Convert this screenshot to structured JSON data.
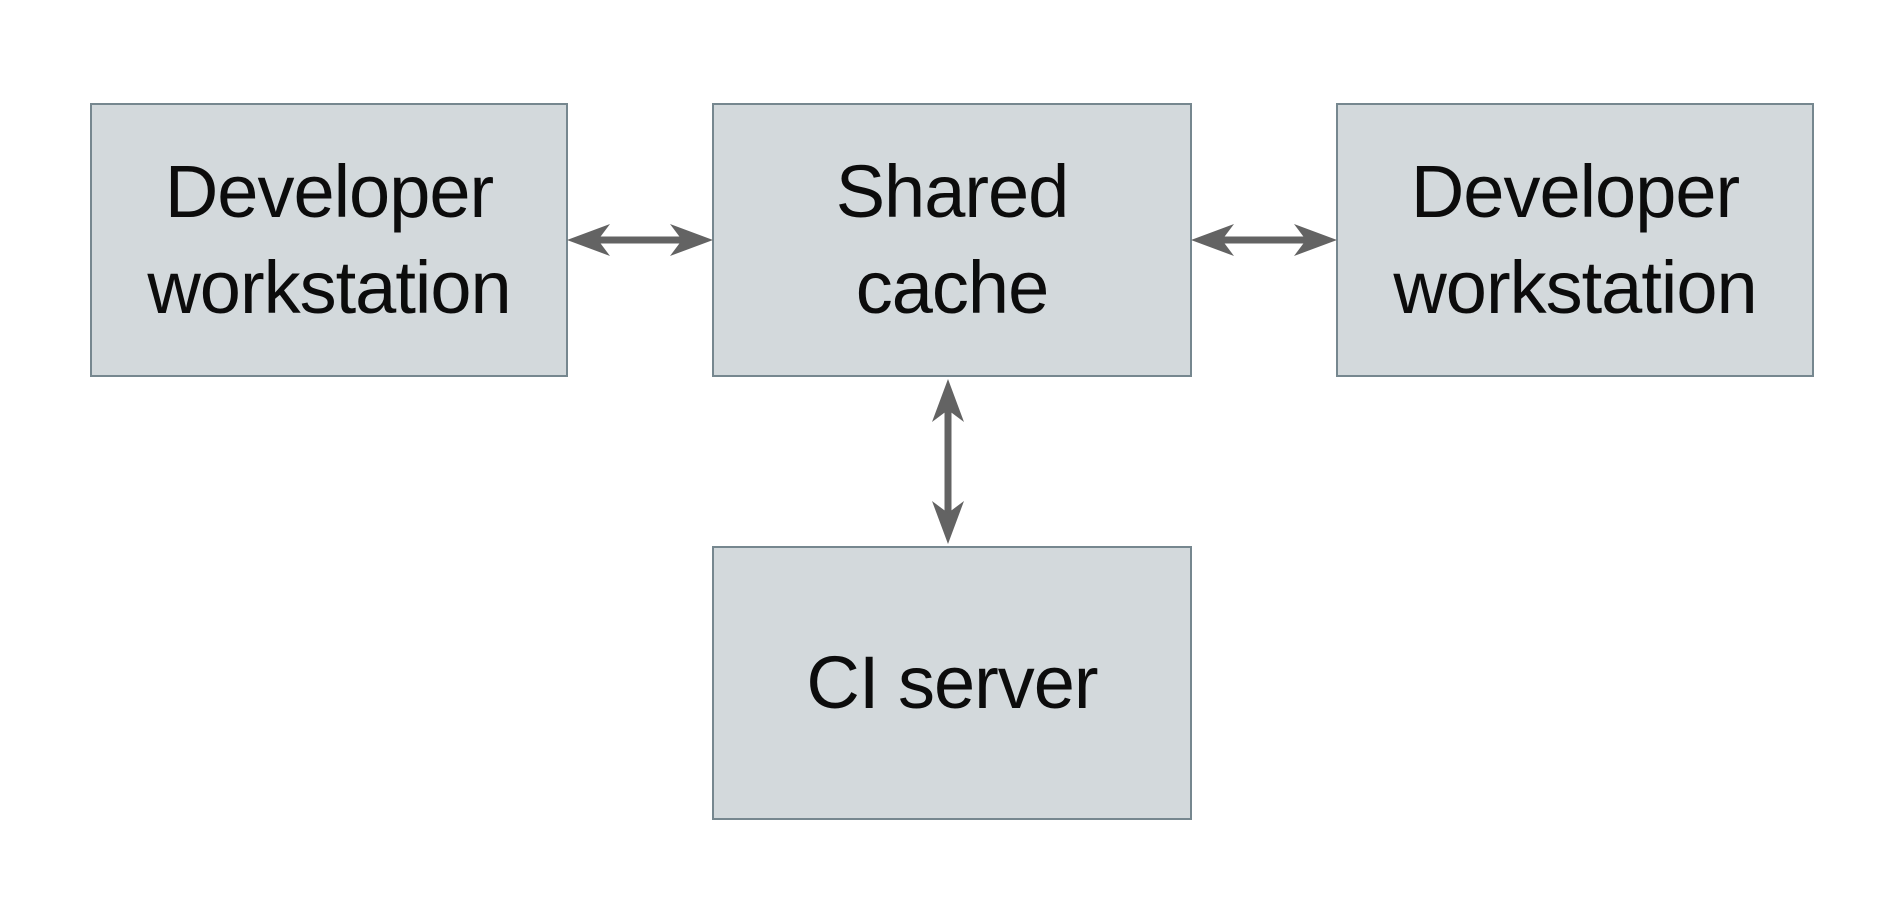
{
  "diagram": {
    "title": "",
    "colors": {
      "background": "#ffffff",
      "node_fill": "#d3d9dc",
      "node_border": "#76878f",
      "text": "#0c0c0c",
      "arrow": "#636363"
    },
    "nodes": [
      {
        "id": "developer-workstation-left",
        "label": "Developer workstation"
      },
      {
        "id": "shared-cache",
        "label": "Shared cache"
      },
      {
        "id": "developer-workstation-right",
        "label": "Developer workstation"
      },
      {
        "id": "ci-server",
        "label": "CI server"
      }
    ],
    "edges": [
      {
        "from": "developer-workstation-left",
        "to": "shared-cache",
        "direction": "bidirectional",
        "icon": "double-arrow-icon"
      },
      {
        "from": "shared-cache",
        "to": "developer-workstation-right",
        "direction": "bidirectional",
        "icon": "double-arrow-icon"
      },
      {
        "from": "shared-cache",
        "to": "ci-server",
        "direction": "bidirectional",
        "icon": "double-arrow-icon"
      }
    ]
  }
}
